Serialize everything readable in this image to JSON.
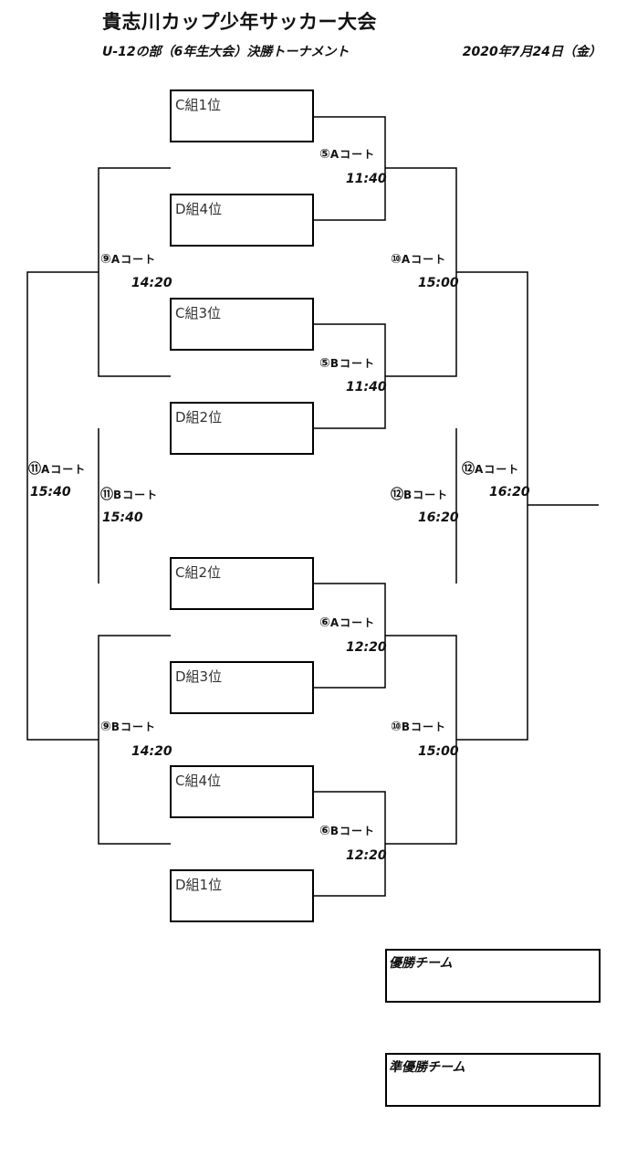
{
  "header": {
    "title": "貴志川カップ少年サッカー大会",
    "subtitle": "U-12の部（6年生大会）決勝トーナメント",
    "date": "2020年7月24日（金）"
  },
  "teams": [
    "C組1位",
    "D組4位",
    "C組3位",
    "D組2位",
    "C組2位",
    "D組3位",
    "C組4位",
    "D組1位"
  ],
  "matches": {
    "m5a": {
      "num": "⑤",
      "court": "Aコート",
      "time": "11:40"
    },
    "m5b": {
      "num": "⑤",
      "court": "Bコート",
      "time": "11:40"
    },
    "m6a": {
      "num": "⑥",
      "court": "Aコート",
      "time": "12:20"
    },
    "m6b": {
      "num": "⑥",
      "court": "Bコート",
      "time": "12:20"
    },
    "m9a": {
      "num": "⑨",
      "court": "Aコート",
      "time": "14:20"
    },
    "m9b": {
      "num": "⑨",
      "court": "Bコート",
      "time": "14:20"
    },
    "m10a": {
      "num": "⑩",
      "court": "Aコート",
      "time": "15:00"
    },
    "m10b": {
      "num": "⑩",
      "court": "Bコート",
      "time": "15:00"
    },
    "m11a": {
      "num": "⑪",
      "court": "Aコート",
      "time": "15:40"
    },
    "m11b": {
      "num": "⑪",
      "court": "Bコート",
      "time": "15:40"
    },
    "m12a": {
      "num": "⑫",
      "court": "Aコート",
      "time": "16:20"
    },
    "m12b": {
      "num": "⑫",
      "court": "Bコート",
      "time": "16:20"
    }
  },
  "results": {
    "winner_label": "優勝チーム",
    "runner_up_label": "準優勝チーム"
  }
}
